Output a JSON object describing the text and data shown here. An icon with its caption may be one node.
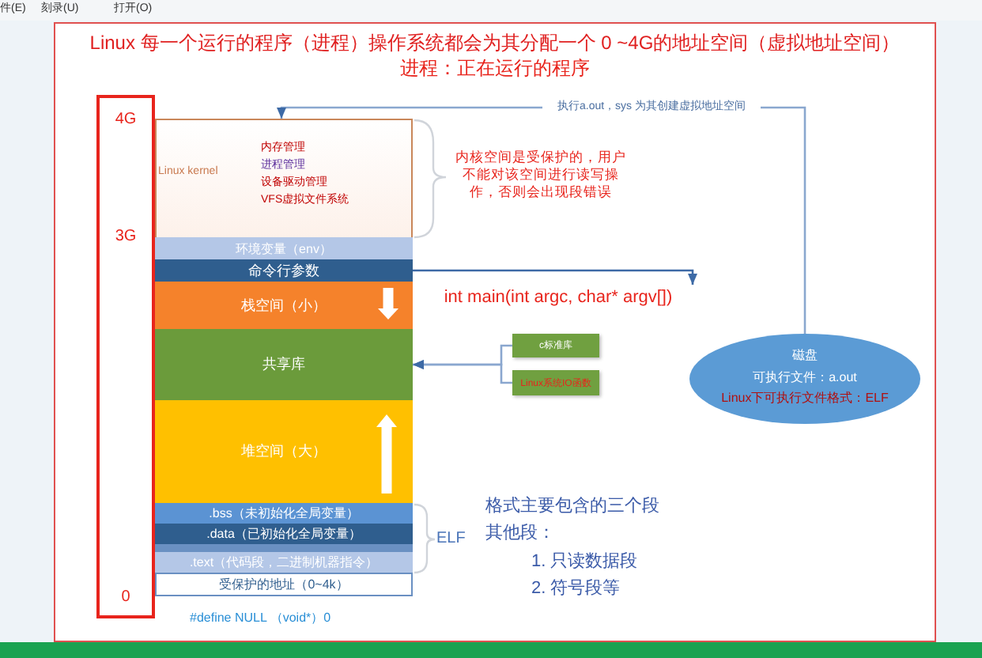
{
  "diagram": {
    "title": "Linux 每一个运行的程序（进程）操作系统都会为其分配一个 0 ~4G的地址空间（虚拟地址空间）",
    "nodes": [
      {
        "text": [
          "4G",
          "3G",
          "0"
        ]
      },
      {
        "text": [
          "Linux kernel",
          "内存管理",
          "进程管理",
          "设备驱动管理",
          "VFS虚拟文件系统"
        ]
      },
      {
        "text": [
          "环境变量（env）"
        ]
      },
      {
        "text": [
          "命令行参数"
        ]
      },
      {
        "text": [
          "栈空间（小）"
        ]
      },
      {
        "text": [
          "共享库"
        ]
      },
      {
        "text": [
          "堆空间（大）"
        ]
      },
      {
        "text": [
          ".bss（未初始化全局变量）"
        ]
      },
      {
        "text": [
          ".data（已初始化全局变量）"
        ]
      },
      {
        "text": [],
        "shape": "bar"
      },
      {
        "text": [
          ".text（代码段，二进制机器指令）"
        ]
      },
      {
        "text": [
          "受保护的地址（0~4k）"
        ]
      },
      {
        "text": [
          "int main(int argc, char* argv[])"
        ]
      },
      {
        "text": [
          "磁盘",
          "可执行文件：a.out",
          "Linux下可执行文件格式：ELF"
        ]
      },
      {
        "text": [
          "c标准库"
        ]
      },
      {
        "text": [
          "Linux系统IO函数"
        ]
      }
    ],
    "edges": [
      {
        "from": 13,
        "to": 1,
        "arrow": "to",
        "label": "执行a.out，sys 为其创建虚拟地址空间"
      },
      {
        "from": 3,
        "to": 12,
        "arrow": "to"
      },
      {
        "from": 14,
        "to": 5,
        "arrow": "to"
      },
      {
        "from": 15,
        "to": 5,
        "arrow": "to"
      }
    ],
    "labels": [
      "件(E)",
      "刻录(U)",
      "打开(O)",
      "进程：正在运行的程序",
      "内核空间是受保护的，用户不能对该空间进行读写操作，否则会出现段错误",
      "ELF",
      "格式主要包含的三个段",
      "其他段：",
      "1. 只读数据段",
      "2. 符号段等",
      "#define NULL （void*）0"
    ]
  }
}
